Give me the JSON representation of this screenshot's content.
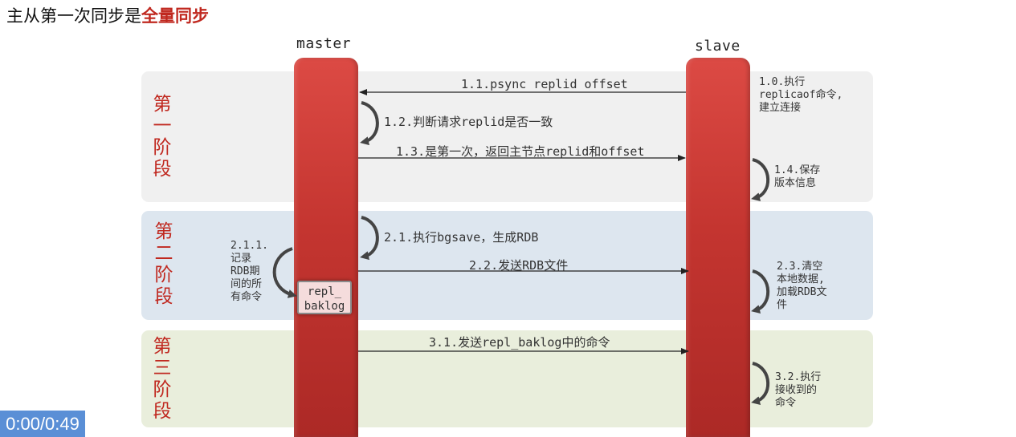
{
  "title": {
    "prefix": "主从第一次同步是",
    "highlight": "全量同步"
  },
  "roles": {
    "master": "master",
    "slave": "slave"
  },
  "phases": [
    {
      "chars": [
        "第",
        "一",
        "阶",
        "段"
      ]
    },
    {
      "chars": [
        "第",
        "二",
        "阶",
        "段"
      ]
    },
    {
      "chars": [
        "第",
        "三",
        "阶",
        "段"
      ]
    }
  ],
  "messages": {
    "m1_1": "1.1.psync replid offset",
    "m1_2": "1.2.判断请求replid是否一致",
    "m1_3": "1.3.是第一次，返回主节点replid和offset",
    "m2_1": "2.1.执行bgsave，生成RDB",
    "m2_2": "2.2.发送RDB文件",
    "m3_1": "3.1.发送repl_baklog中的命令"
  },
  "notes": {
    "n1_0": "1.0.执行\nreplicaof命令,\n建立连接",
    "n1_4": "1.4.保存\n版本信息",
    "n2_1_1": "2.1.1.\n记录\nRDB期\n间的所\n有命令",
    "n2_3": "2.3.清空\n本地数据,\n加载RDB文\n件",
    "n3_2": "3.2.执行\n接收到的\n命令"
  },
  "backlog": {
    "line1": "repl_",
    "line2": "baklog"
  },
  "player": {
    "time": "0:00/0:49"
  },
  "colors": {
    "accent": "#c0281f",
    "bar": "#c43530",
    "timer_bg": "#5a8fd6"
  }
}
